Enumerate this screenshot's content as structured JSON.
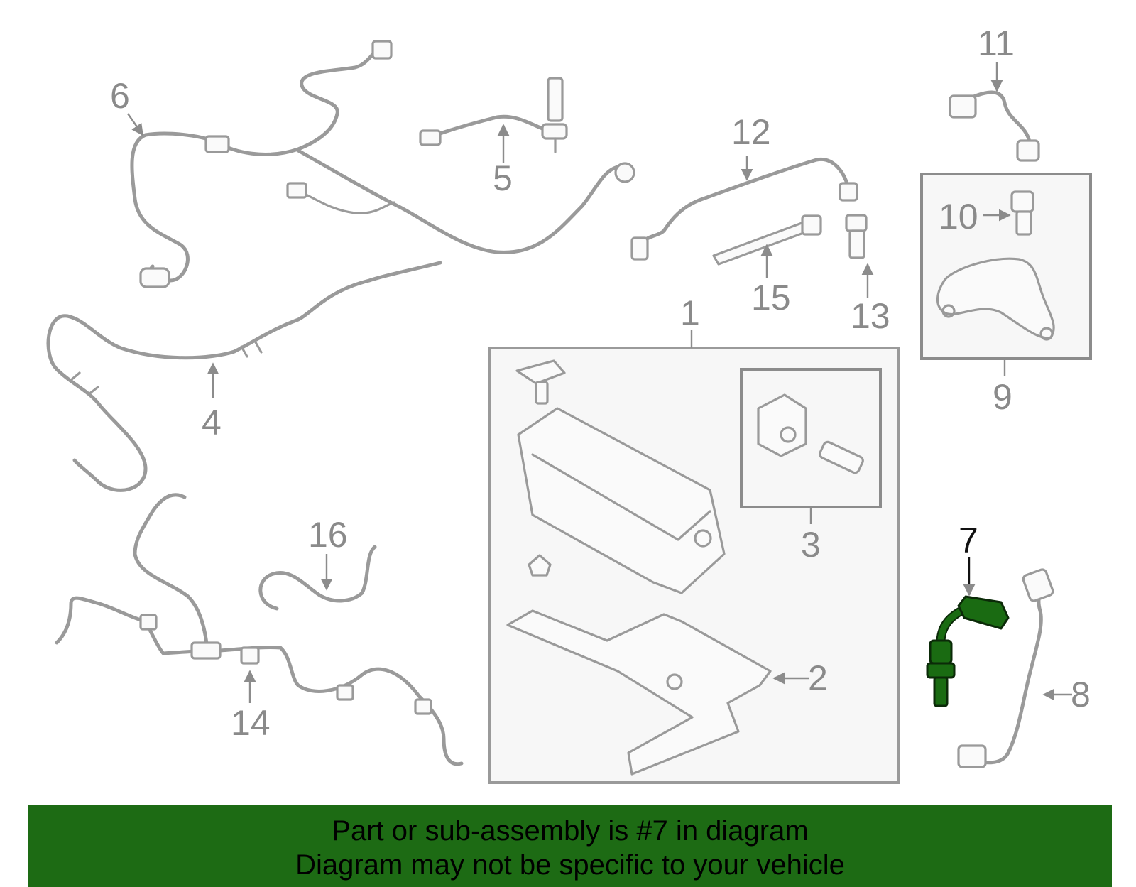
{
  "callouts": {
    "c1": "1",
    "c2": "2",
    "c3": "3",
    "c4": "4",
    "c5": "5",
    "c6": "6",
    "c7": "7",
    "c8": "8",
    "c9": "9",
    "c10": "10",
    "c11": "11",
    "c12": "12",
    "c13": "13",
    "c14": "14",
    "c15": "15",
    "c16": "16"
  },
  "highlighted_part": "7",
  "colors": {
    "highlight": "#1a6b12",
    "banner": "#1d6b14",
    "line_art": "#9a9a9a"
  },
  "banner": {
    "line1": "Part or sub-assembly is #7 in diagram",
    "line2": "Diagram may not be specific to your vehicle"
  }
}
